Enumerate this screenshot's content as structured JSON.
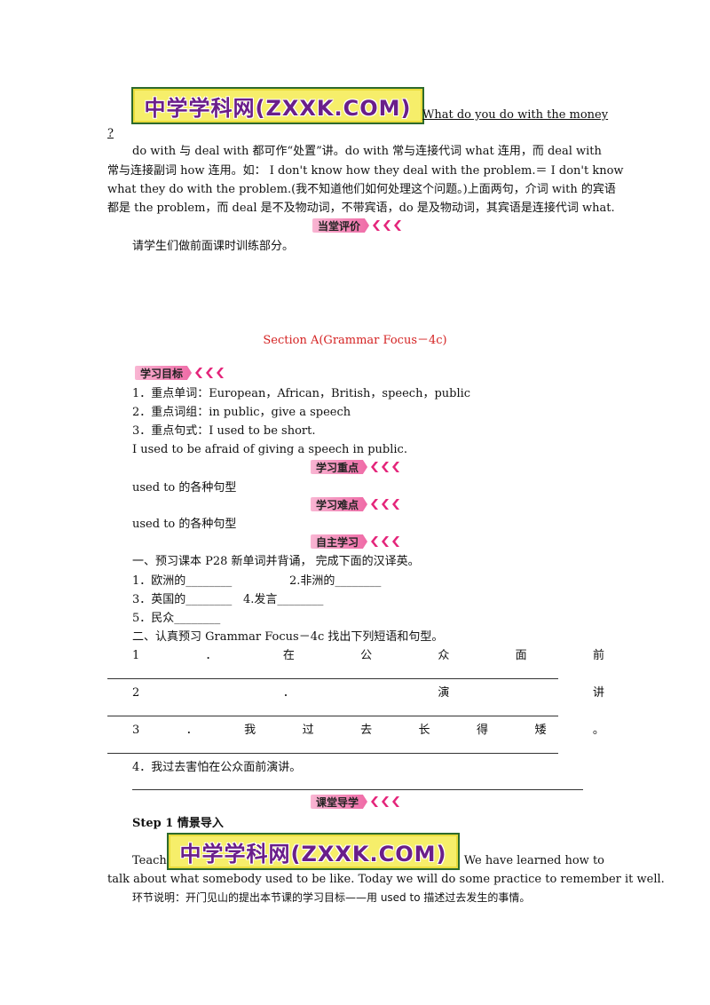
{
  "watermark": "中学学科网(ZXXK.COM)",
  "intro": {
    "q_line1": "What  do  you  do  with  the  money",
    "q_line2": "?",
    "p1": "do  with  与 deal with 都可作“处置”讲。do with 常与连接代词 what 连用，而 deal with",
    "p2": "常与连接副词 how 连用。如：   I don't know how they deal with the problem.＝   I don't know",
    "p3": "what they do with the problem.(我不知道他们如何处理这个问题。)上面两句，介词 with 的宾语",
    "p4": "都是 the problem，而 deal 是不及物动词，不带宾语，do 是及物动词，其宾语是连接代词 what."
  },
  "tags": {
    "eval": "当堂评价",
    "goals": "学习目标",
    "focus": "学习重点",
    "difficulty": "学习难点",
    "self_study": "自主学习",
    "guide": "课堂导学"
  },
  "eval_text": "请学生们做前面课时训练部分。",
  "section_title": "Section A(Grammar Focus－4c)",
  "goals": [
    "1．重点单词：European，African，British，speech，public",
    "2．重点词组：in public，give  a  speech",
    "3．重点句式：I used to be short.",
    "I  used  to  be  afraid  of  giving  a  speech  in  public."
  ],
  "focus_text": "used  to  的各种句型",
  "difficulty_text": "used  to  的各种句型",
  "self_study": {
    "p1": "一、预习课本 P28 新单词并背诵，  完成下面的汉译英。",
    "w1": "1．欧洲的________",
    "w2": "2.非洲的________",
    "w3": "3．英国的________",
    "w4": "4.发言________",
    "w5": "5．民众________",
    "p2": "二、认真预习 Grammar Focus－4c 找出下列短语和句型。",
    "q1": [
      "1",
      "．",
      "在",
      "公",
      "众",
      "面",
      "前"
    ],
    "q2": [
      "2",
      "．",
      "演",
      "讲"
    ],
    "q3": [
      "3",
      "．",
      "我",
      "过",
      "去",
      "长",
      "得",
      "矮",
      "。"
    ],
    "q4": "4．我过去害怕在公众面前演讲。"
  },
  "step1": {
    "title": "Step 1   情景导入",
    "teacher_start": "Teache",
    "teacher_end": "r：We have learned how to",
    "line2": "talk about what somebody used to be like. Today we will do some practice to remember  it  well.",
    "note": "环节说明：开门见山的提出本节课的学习目标——用 used to 描述过去发生的事情。"
  }
}
